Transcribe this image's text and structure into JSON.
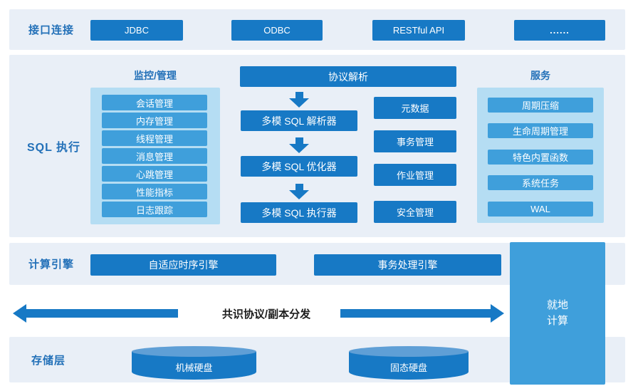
{
  "colors": {
    "band_background": "#e9eff7",
    "dark_blue": "#1779c5",
    "medium_blue": "#3f9fdb",
    "light_container": "#b5ddf3",
    "cylinder_top": "#5f9fd6",
    "label_blue": "#2270b8",
    "consensus_text": "#1c1c1c"
  },
  "interface_layer": {
    "label": "接口连接",
    "connectors": [
      "JDBC",
      "ODBC",
      "RESTful API",
      "......"
    ]
  },
  "sql_layer": {
    "label": "SQL 执行",
    "monitoring": {
      "title": "监控/管理",
      "items": [
        "会话管理",
        "内存管理",
        "线程管理",
        "消息管理",
        "心跳管理",
        "性能指标",
        "日志跟踪"
      ]
    },
    "parsing": {
      "title": "协议解析",
      "pipeline": [
        "多模 SQL 解析器",
        "多模 SQL 优化器",
        "多模 SQL 执行器"
      ]
    },
    "management": {
      "items": [
        "元数据",
        "事务管理",
        "作业管理",
        "安全管理"
      ]
    },
    "services": {
      "title": "服务",
      "items": [
        "周期压缩",
        "生命周期管理",
        "特色内置函数",
        "系统任务",
        "WAL"
      ]
    }
  },
  "compute_layer": {
    "label": "计算引擎",
    "engines": [
      "自适应时序引擎",
      "事务处理引擎"
    ]
  },
  "consensus": {
    "label": "共识协议/副本分发"
  },
  "inplace_compute": {
    "line1": "就地",
    "line2": "计算"
  },
  "storage_layer": {
    "label": "存储层",
    "disks": [
      "机械硬盘",
      "固态硬盘"
    ]
  }
}
